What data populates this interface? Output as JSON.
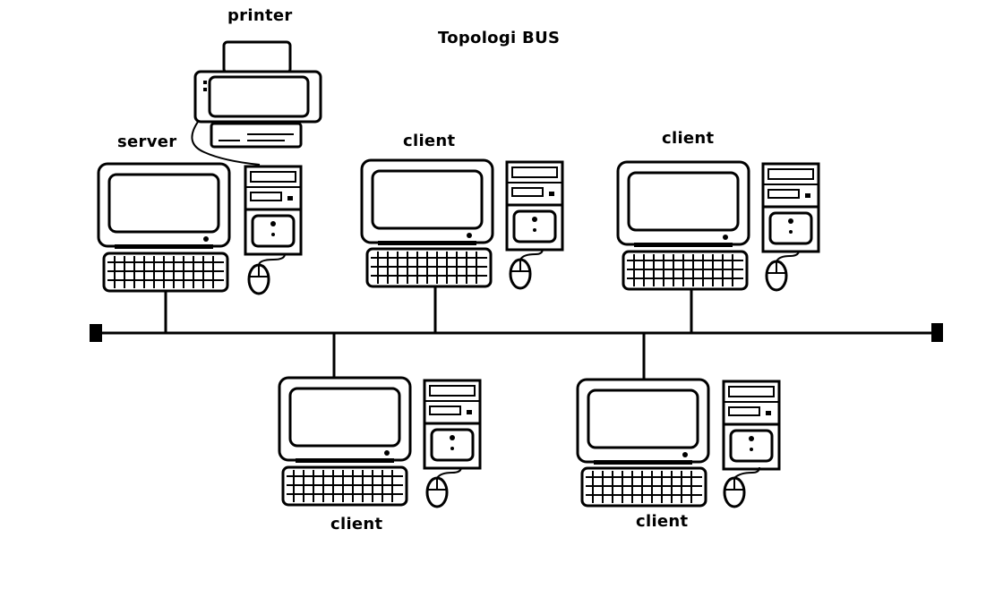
{
  "title": "Topologi BUS",
  "labels": {
    "printer": "printer",
    "server": "server",
    "client_top_1": "client",
    "client_top_2": "client",
    "client_bottom_1": "client",
    "client_bottom_2": "client"
  },
  "colors": {
    "stroke": "#000000",
    "background": "#ffffff"
  }
}
